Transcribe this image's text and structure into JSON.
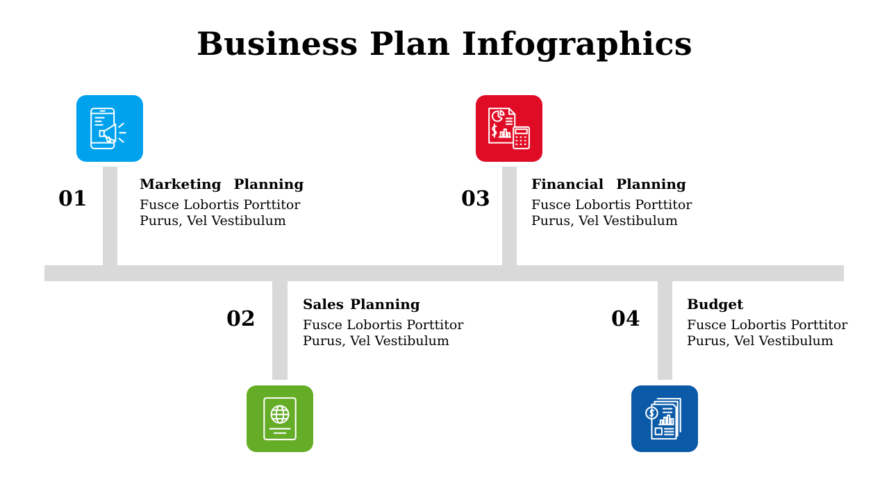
{
  "title": "Business Plan Infographics",
  "items": [
    {
      "number": "01",
      "title": "Marketing  Planning",
      "description": "Fusce Lobortis Porttitor Purus, Vel Vestibulum",
      "color": "#00a2ed",
      "icon": "mobile-marketing-megaphone-icon"
    },
    {
      "number": "02",
      "title": "Sales Planning",
      "description": "Fusce Lobortis Porttitor Purus, Vel Vestibulum",
      "color": "#65ac27",
      "icon": "passport-globe-icon"
    },
    {
      "number": "03",
      "title": "Financial  Planning",
      "description": "Fusce Lobortis Porttitor Purus, Vel Vestibulum",
      "color": "#e00b25",
      "icon": "financial-report-calculator-icon"
    },
    {
      "number": "04",
      "title": "Budget",
      "description": "Fusce Lobortis Porttitor Purus, Vel Vestibulum",
      "color": "#0a5aa8",
      "icon": "budget-report-icon"
    }
  ],
  "connector_color": "#d9d9d9"
}
